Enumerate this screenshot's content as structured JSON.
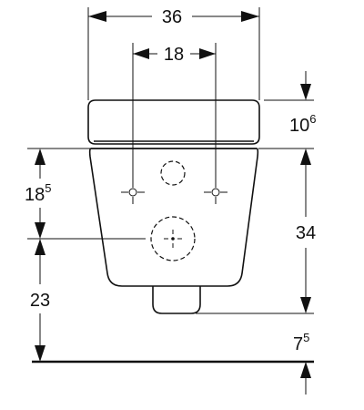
{
  "dimensions": {
    "overall_width": {
      "main": "36",
      "sup": ""
    },
    "fixing_spacing": {
      "main": "18",
      "sup": ""
    },
    "seat_height": {
      "main": "10",
      "sup": "6"
    },
    "fixing_height": {
      "main": "18",
      "sup": "5"
    },
    "bowl_height": {
      "main": "34",
      "sup": ""
    },
    "outlet_height": {
      "main": "23",
      "sup": ""
    },
    "outlet_to_floor": {
      "main": "7",
      "sup": "5"
    }
  }
}
